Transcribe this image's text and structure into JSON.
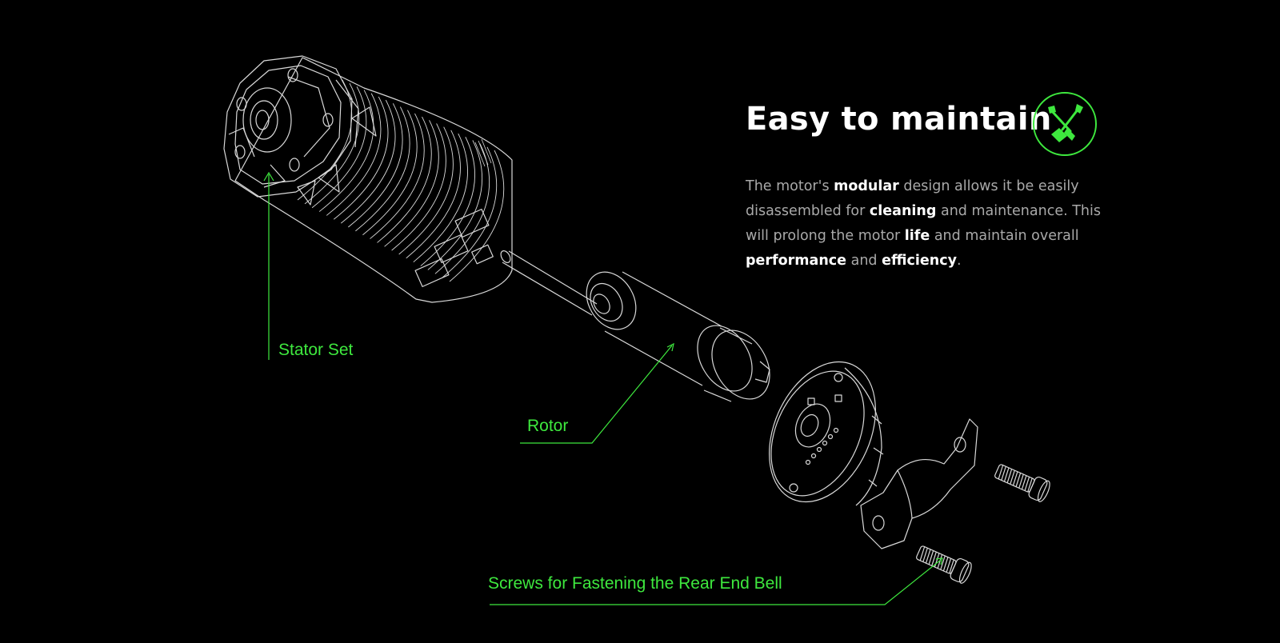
{
  "header": {
    "title": "Easy to maintain",
    "badge_icon": "screwdriver-wrench-icon"
  },
  "description": {
    "segments": [
      {
        "text": "The motor's ",
        "bold": false
      },
      {
        "text": "modular",
        "bold": true
      },
      {
        "text": " design allows it be easily disassembled for ",
        "bold": false
      },
      {
        "text": "cleaning",
        "bold": true
      },
      {
        "text": " and maintenance. This will prolong the motor ",
        "bold": false
      },
      {
        "text": "life",
        "bold": true
      },
      {
        "text": " and maintain overall ",
        "bold": false
      },
      {
        "text": "performance",
        "bold": true
      },
      {
        "text": " and ",
        "bold": false
      },
      {
        "text": "efficiency",
        "bold": true
      },
      {
        "text": ".",
        "bold": false
      }
    ]
  },
  "callouts": {
    "stator": "Stator Set",
    "rotor": "Rotor",
    "screws": "Screws for Fastening the Rear End Bell"
  },
  "colors": {
    "background": "#000000",
    "accent": "#3ee83e",
    "line_art": "#d9d9d9",
    "body_text": "#a9a9a9",
    "highlight_text": "#ffffff"
  }
}
